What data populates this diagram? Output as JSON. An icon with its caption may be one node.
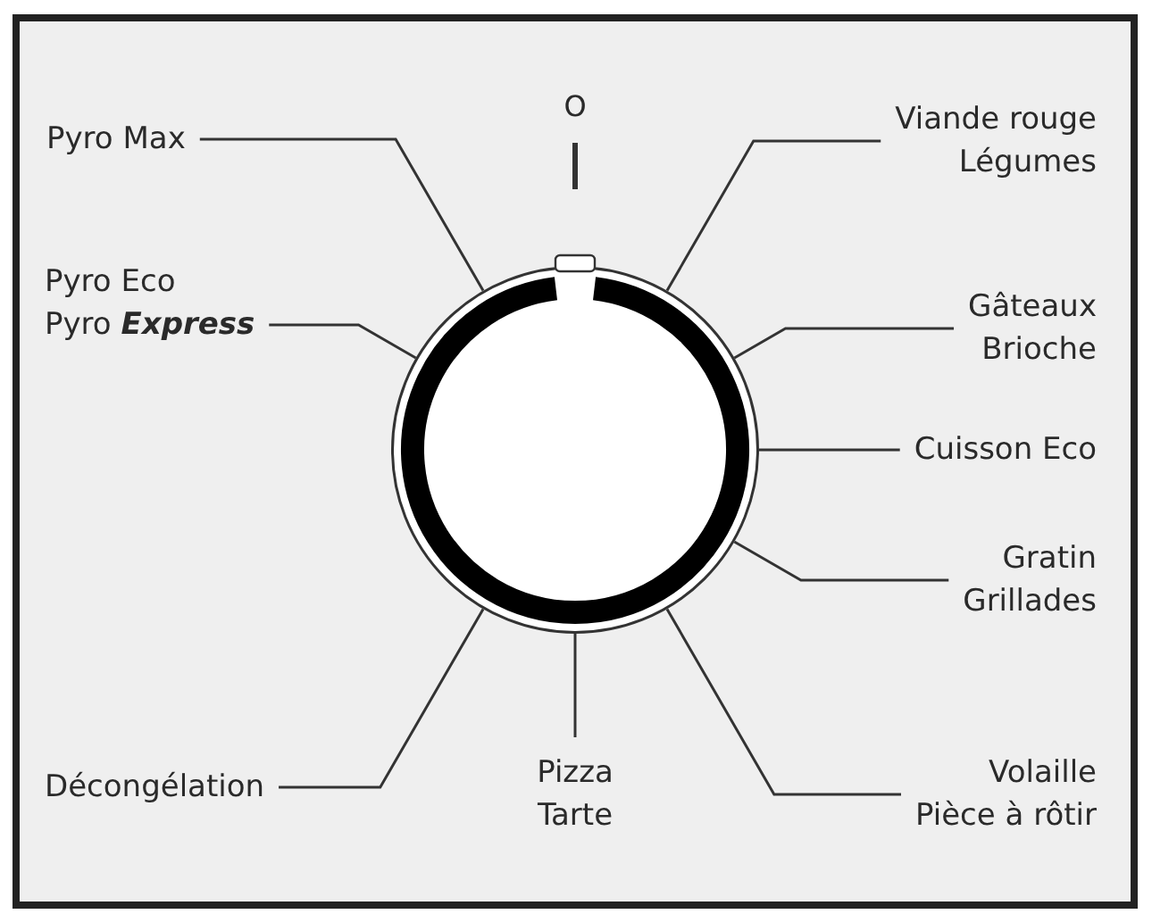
{
  "diagram": {
    "nodes": [
      {
        "text": [
          "Pyro Max"
        ]
      },
      {
        "text": [
          "Viande rouge",
          "Légumes"
        ]
      },
      {
        "text": [
          "Pyro Eco",
          "Pyro **Express**"
        ]
      },
      {
        "text": [
          "Gâteaux",
          "Brioche"
        ]
      },
      {
        "text": [
          "Cuisson Eco"
        ]
      },
      {
        "text": [
          "Gratin",
          "Grillades"
        ]
      },
      {
        "text": [
          "Décongélation"
        ]
      },
      {
        "text": [
          "Pizza",
          "Tarte"
        ]
      },
      {
        "text": [
          "Volaille",
          "Pièce à rôtir"
        ]
      },
      {
        "text": [],
        "shape": "circle"
      }
    ],
    "edges": [
      {
        "from": 0,
        "to": 9,
        "arrow": "none"
      },
      {
        "from": 1,
        "to": 9,
        "arrow": "none"
      },
      {
        "from": 2,
        "to": 9,
        "arrow": "none"
      },
      {
        "from": 3,
        "to": 9,
        "arrow": "none"
      },
      {
        "from": 4,
        "to": 9,
        "arrow": "none"
      },
      {
        "from": 5,
        "to": 9,
        "arrow": "none"
      },
      {
        "from": 6,
        "to": 9,
        "arrow": "none"
      },
      {
        "from": 7,
        "to": 9,
        "arrow": "none"
      },
      {
        "from": 8,
        "to": 9,
        "arrow": "none"
      }
    ],
    "labels": [
      "O"
    ]
  }
}
